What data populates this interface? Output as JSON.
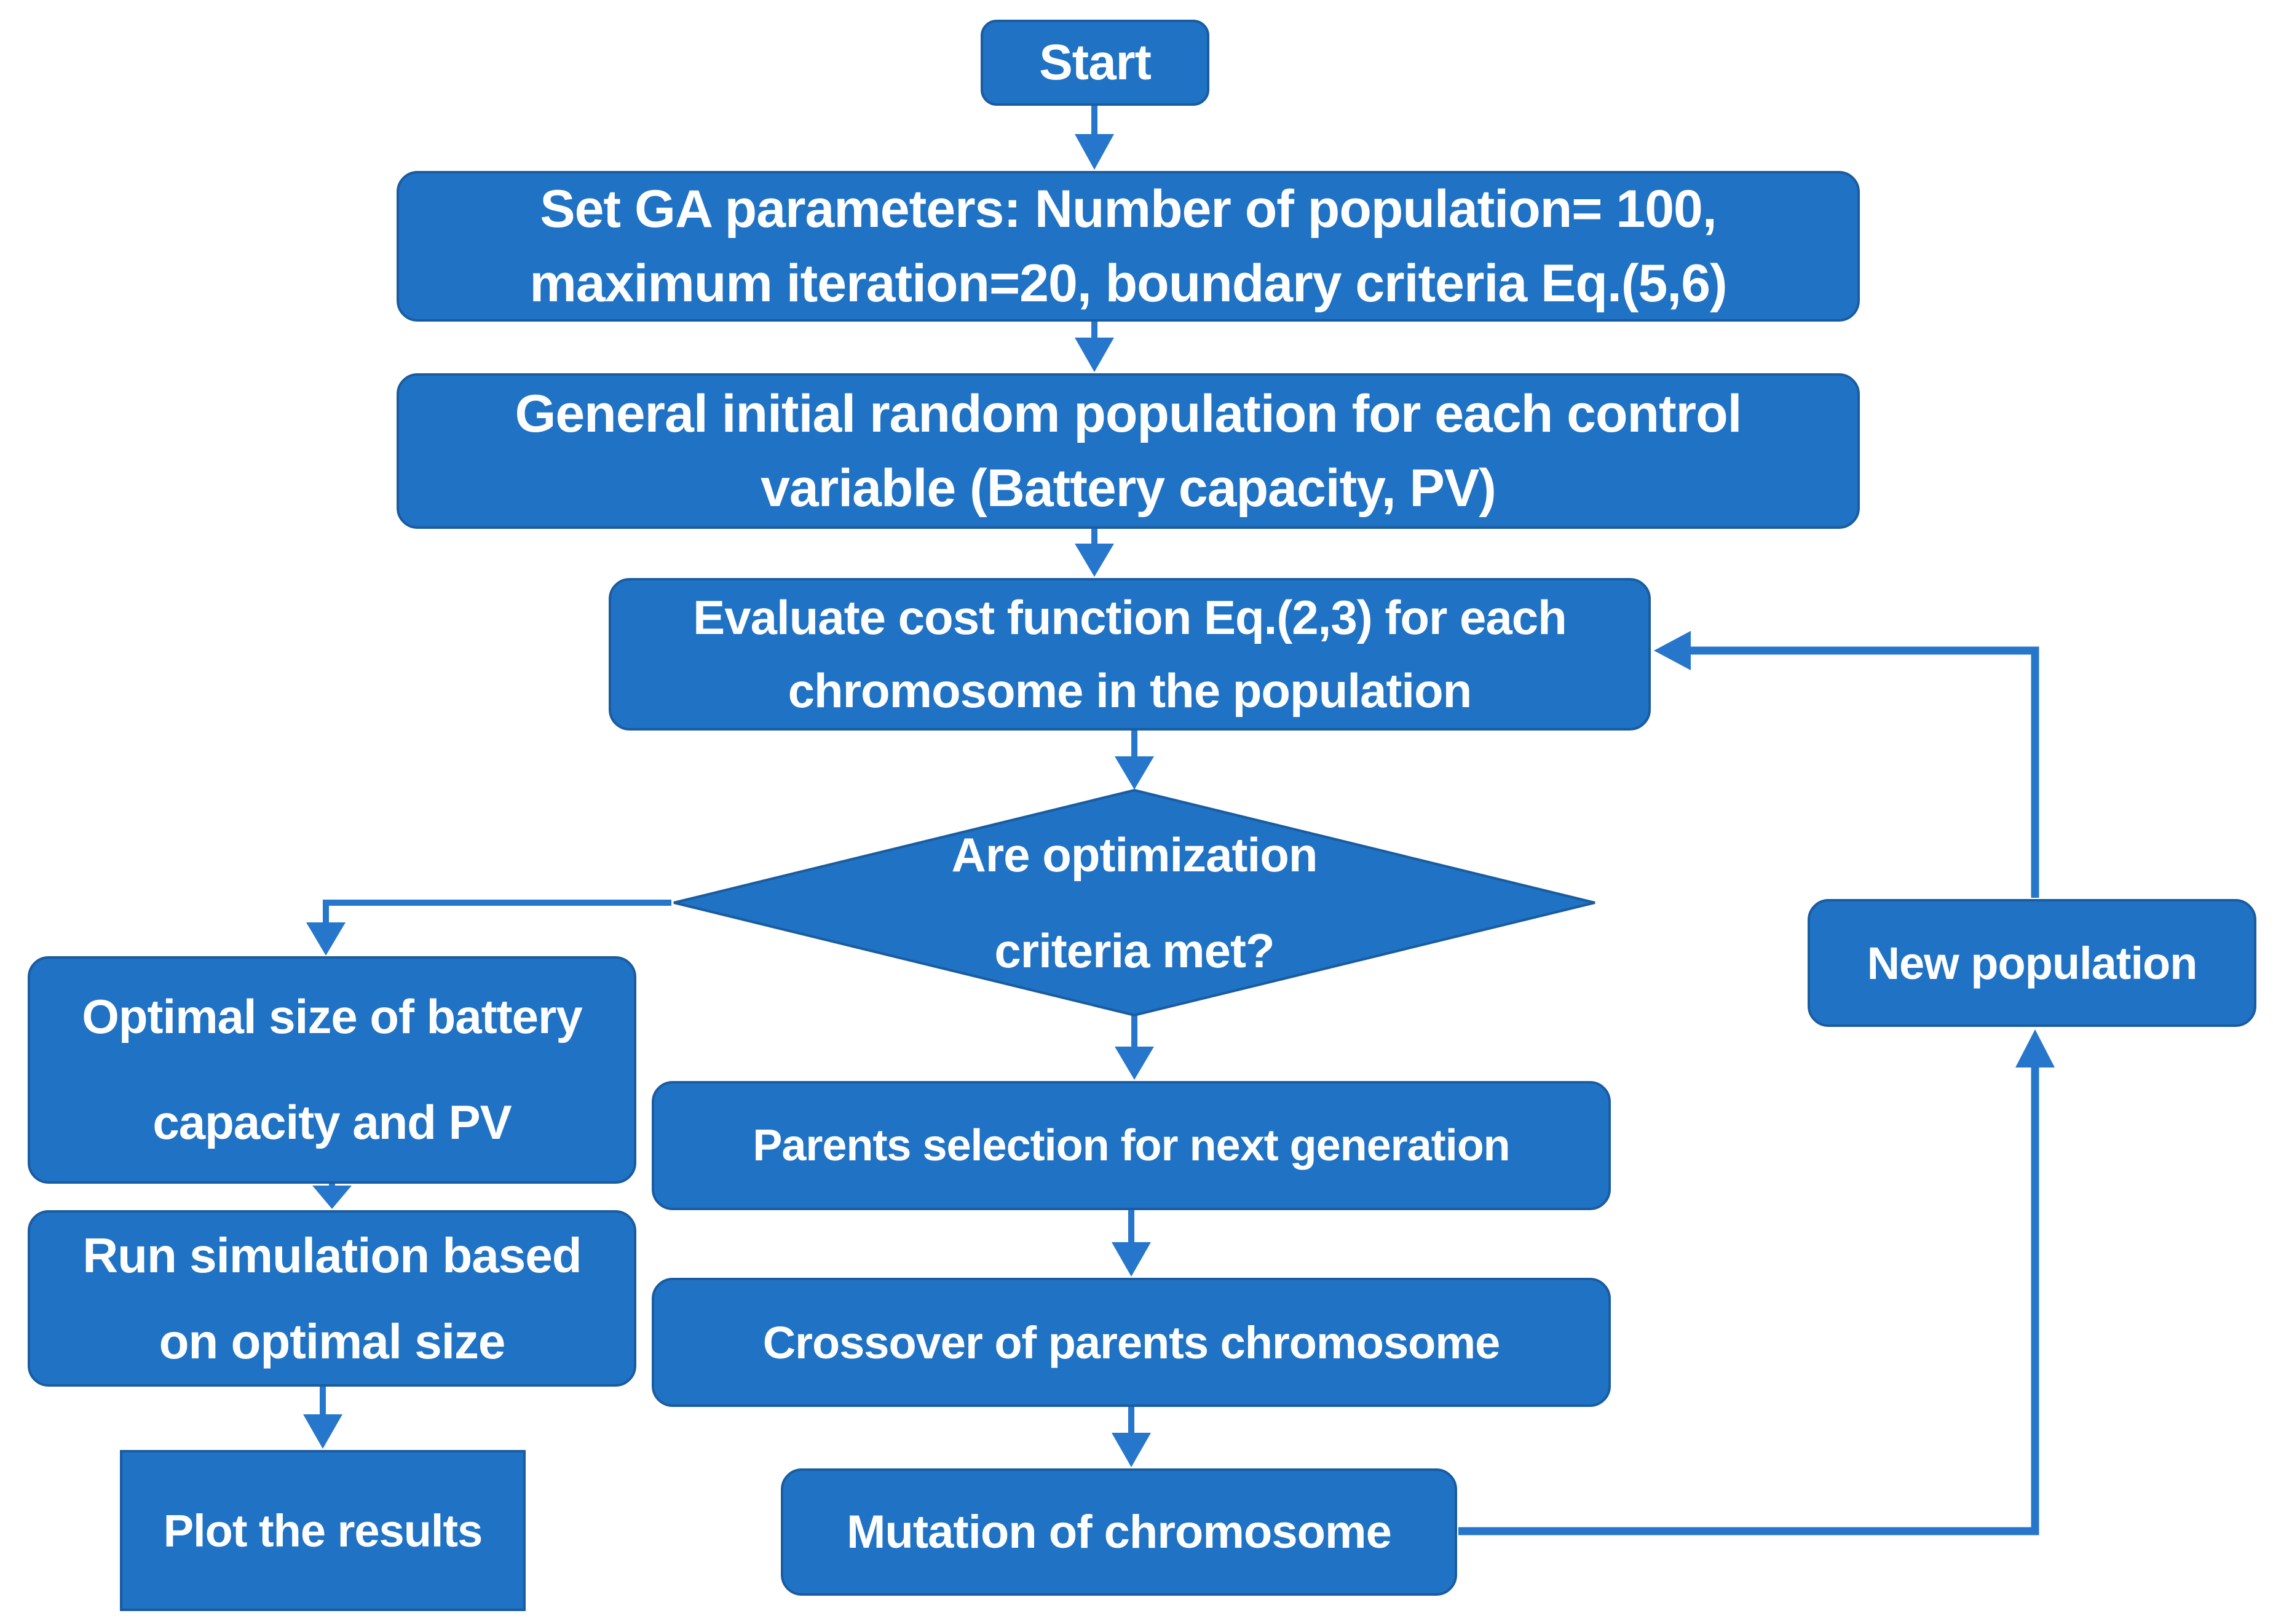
{
  "palette": {
    "node_fill": "#1F72C4",
    "node_border": "#1A5CA0",
    "connector": "#2677CC",
    "text_color": "#FFFFFF",
    "background": "#FFFFFF"
  },
  "nodes": {
    "start": {
      "label": "Start"
    },
    "set_ga": {
      "line1": "Set GA parameters: Number of population= 100,",
      "line2": "maximum iteration=20, boundary criteria Eq.(5,6)"
    },
    "general": {
      "line1": "General initial random population for each control",
      "line2": "variable (Battery capacity, PV)"
    },
    "evaluate": {
      "line1": "Evaluate cost function Eq.(2,3) for each",
      "line2": "chromosome in the population"
    },
    "decision": {
      "line1": "Are optimization",
      "line2": "criteria met?"
    },
    "optimal": {
      "line1": "Optimal size of battery",
      "line2": "capacity and PV"
    },
    "run_sim": {
      "line1": "Run simulation based",
      "line2": "on optimal size"
    },
    "plot": {
      "label": "Plot the results"
    },
    "parents": {
      "label": "Parents selection for next generation"
    },
    "crossover": {
      "label": "Crossover of parents chromosome"
    },
    "mutation": {
      "label": "Mutation of chromosome"
    },
    "new_pop": {
      "label": "New population"
    }
  }
}
